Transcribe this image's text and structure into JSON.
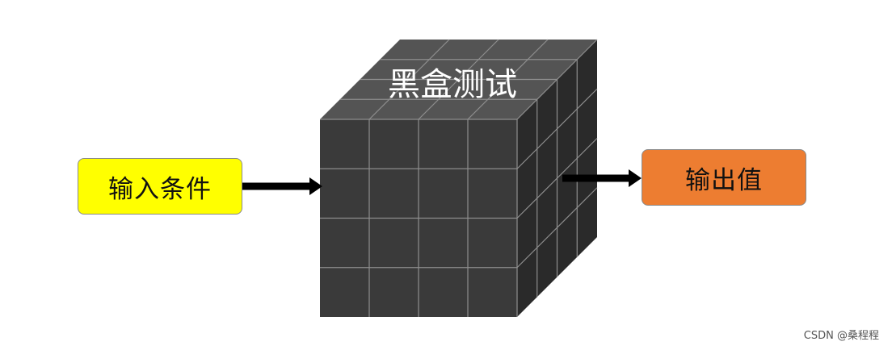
{
  "diagram": {
    "cube_label": "黑盒测试",
    "input_label": "输入条件",
    "output_label": "输出值"
  },
  "colors": {
    "input_fill": "#ffff00",
    "output_fill": "#ed7d31",
    "cube_front": "#3a3a3a",
    "cube_top": "#545454",
    "cube_side": "#2a2a2a",
    "grid_line": "#8e8e8e",
    "arrow": "#000000"
  },
  "watermark": "CSDN @桑程程"
}
